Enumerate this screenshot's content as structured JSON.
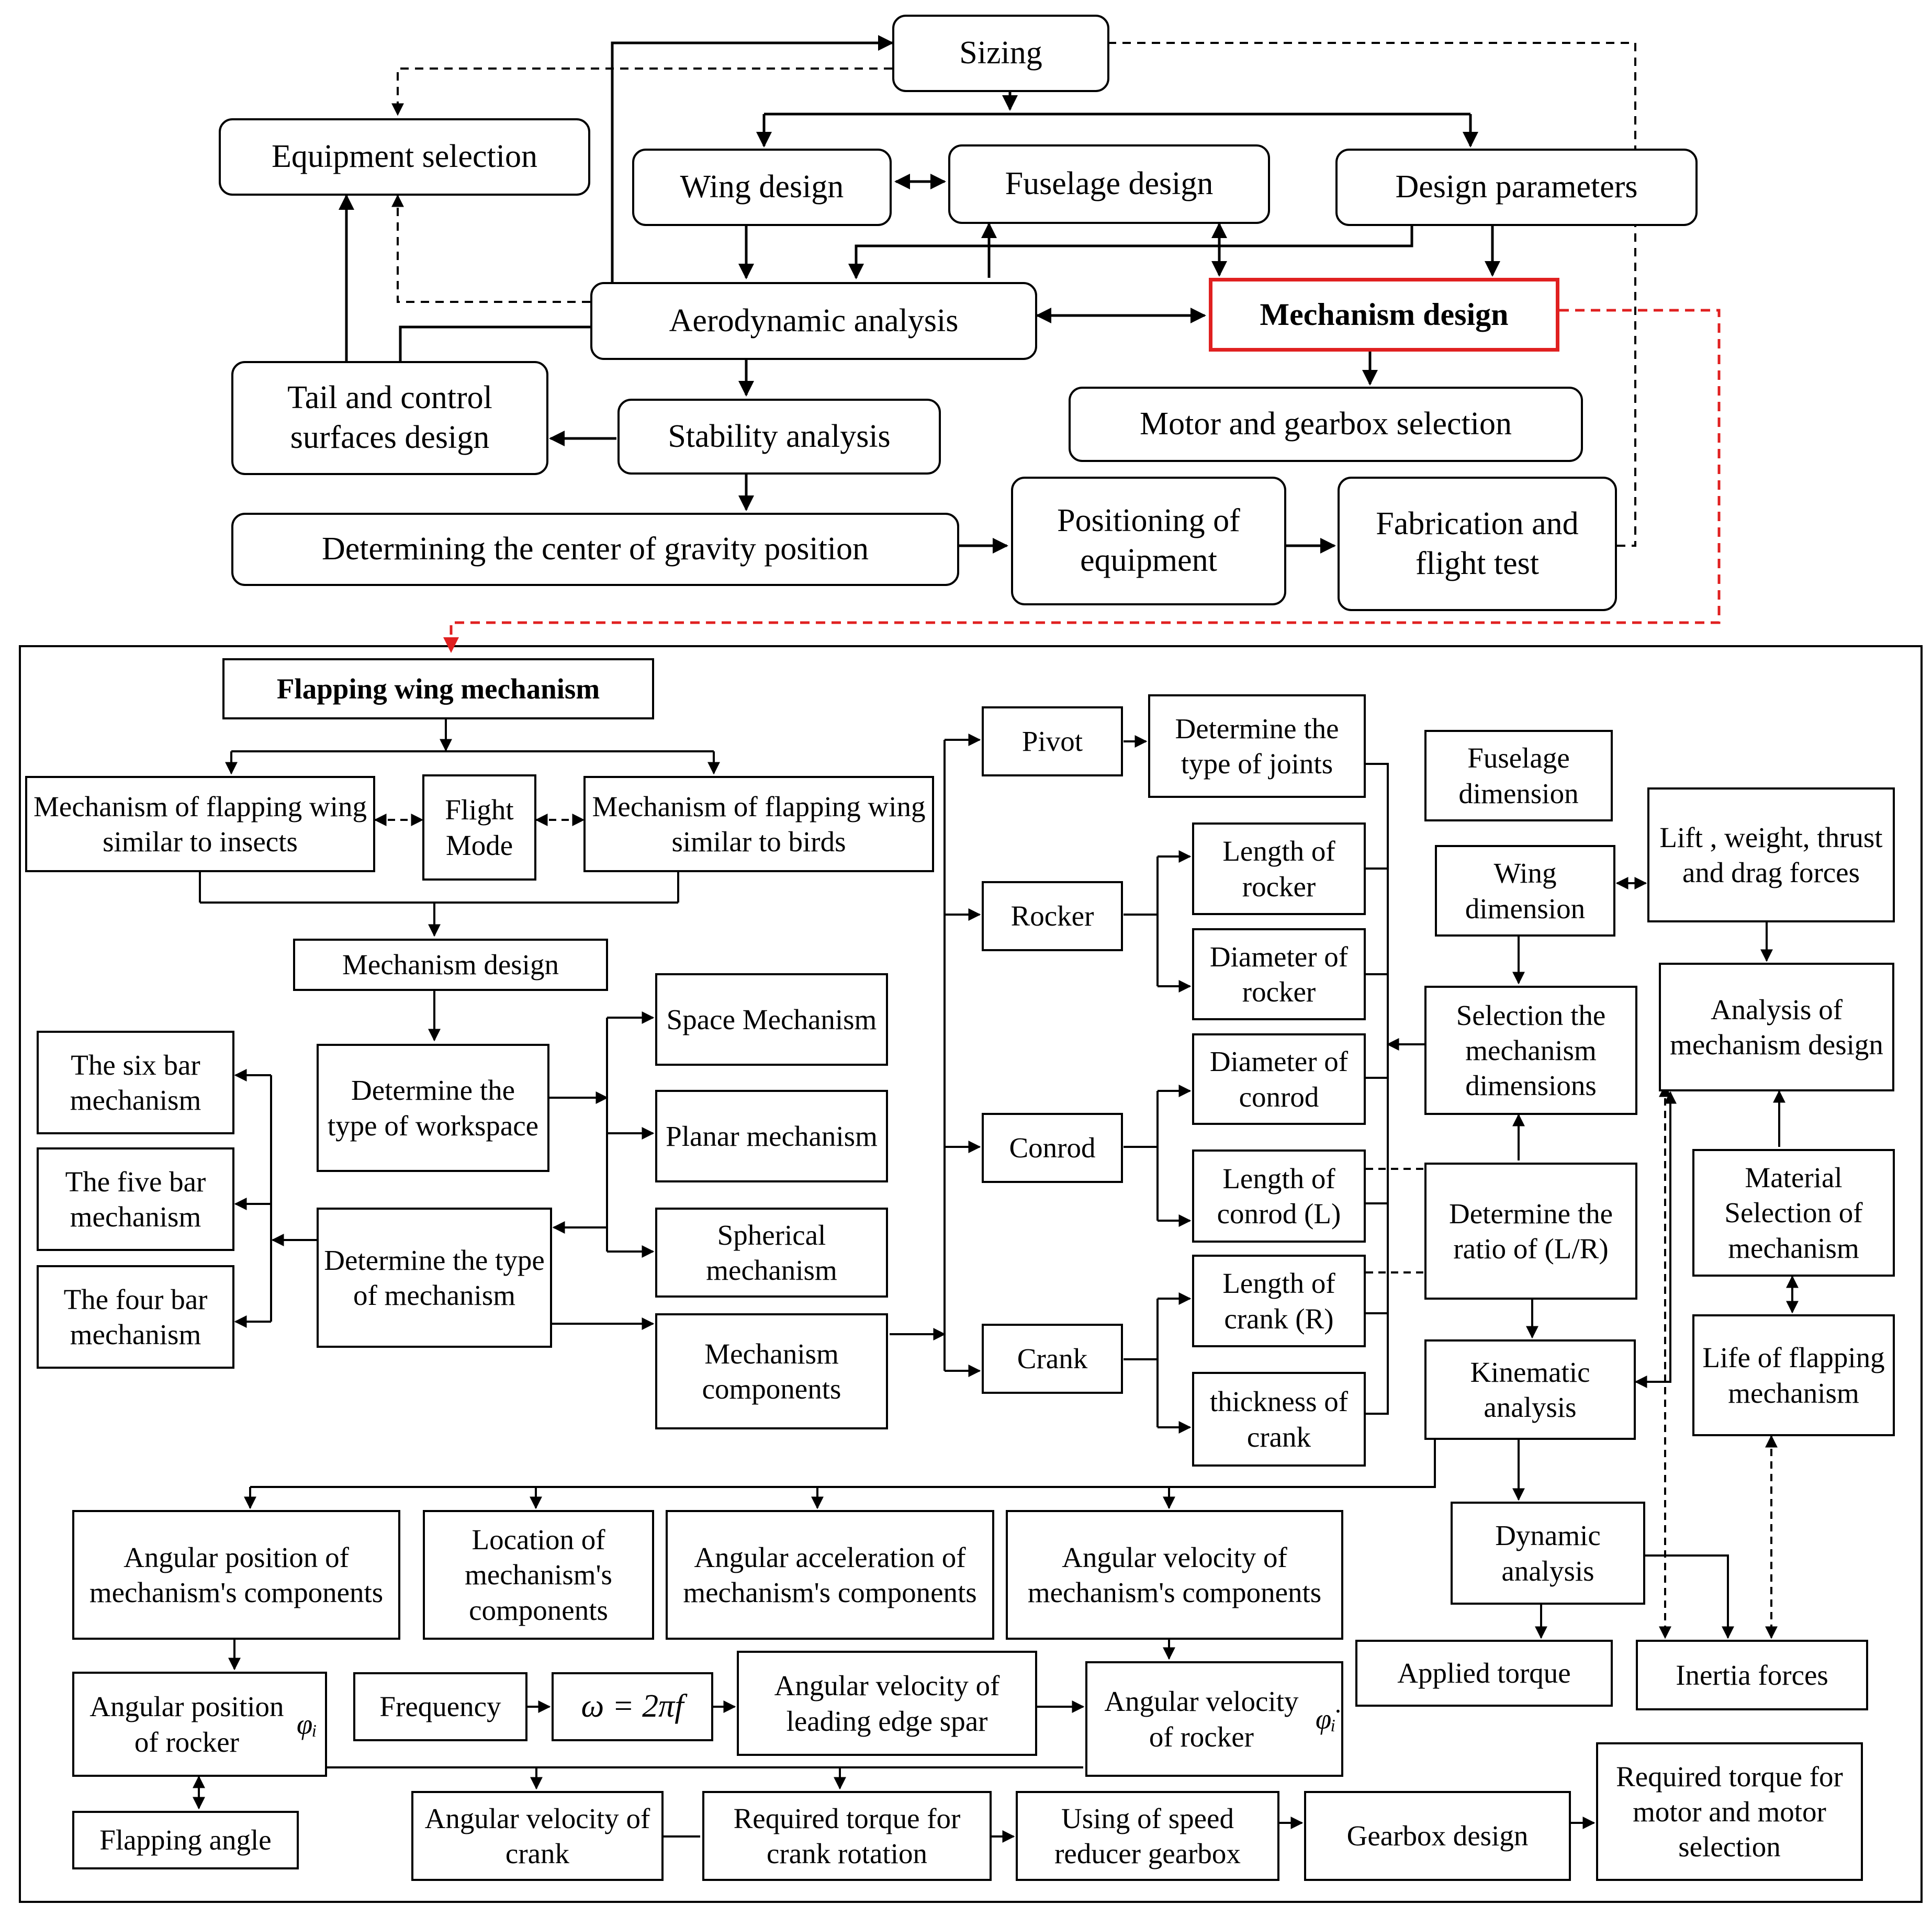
{
  "palette": {
    "line": "#000000",
    "highlight": "#e02020"
  },
  "top": {
    "sizing": "Sizing",
    "equipment_selection": "Equipment selection",
    "wing_design": "Wing design",
    "fuselage_design": "Fuselage design",
    "design_parameters": "Design parameters",
    "aerodynamic_analysis": "Aerodynamic analysis",
    "mechanism_design": "Mechanism design",
    "tail_control_surfaces": "Tail and control surfaces design",
    "stability_analysis": "Stability analysis",
    "motor_gearbox_selection": "Motor and gearbox selection",
    "center_of_gravity": "Determining the center of gravity position",
    "positioning_equipment": "Positioning of equipment",
    "fabrication_flight_test": "Fabrication and flight test"
  },
  "detail": {
    "flapping_wing_mechanism": "Flapping wing mechanism",
    "insects_mechanism": "Mechanism of flapping wing similar to insects",
    "flight_mode": "Flight Mode",
    "birds_mechanism": "Mechanism of flapping wing similar to birds",
    "mechanism_design": "Mechanism design",
    "six_bar": "The six bar mechanism",
    "five_bar": "The five bar mechanism",
    "four_bar": "The four bar mechanism",
    "type_of_workspace": "Determine the type of workspace",
    "type_of_mechanism": "Determine the type of mechanism",
    "space_mechanism": "Space Mechanism",
    "planar_mechanism": "Planar mechanism",
    "spherical_mechanism": "Spherical mechanism",
    "mechanism_components": "Mechanism components",
    "pivot": "Pivot",
    "rocker": "Rocker",
    "conrod": "Conrod",
    "crank": "Crank",
    "type_of_joints": "Determine the type of joints",
    "length_of_rocker": "Length of rocker",
    "diameter_of_rocker": "Diameter of rocker",
    "diameter_of_conrod": "Diameter of conrod",
    "length_of_conrod": "Length of conrod (L)",
    "length_of_crank": "Length of crank (R)",
    "thickness_of_crank": "thickness of crank",
    "fuselage_dimension": "Fuselage dimension",
    "wing_dimension": "Wing dimension",
    "forces": "Lift , weight, thrust and drag forces",
    "selection_dimensions": "Selection the mechanism dimensions",
    "analysis_mechanism_design": "Analysis of mechanism design",
    "ratio_lr": "Determine the ratio of (L/R)",
    "material_selection": "Material Selection of mechanism",
    "kinematic_analysis": "Kinematic analysis",
    "life_of_mechanism": "Life of flapping mechanism",
    "dynamic_analysis": "Dynamic analysis",
    "applied_torque": "Applied torque",
    "inertia_forces": "Inertia forces",
    "angular_position_components": "Angular position of mechanism's components",
    "location_components": "Location of mechanism's components",
    "angular_acceleration_components": "Angular acceleration of mechanism's components",
    "angular_velocity_components": "Angular velocity of mechanism's components",
    "angular_position_rocker": "Angular position of rocker",
    "angular_position_rocker_symbol": "φᵢ",
    "frequency": "Frequency",
    "omega_formula": "ω = 2πf",
    "angular_velocity_spar": "Angular velocity of leading edge spar",
    "angular_velocity_rocker": "Angular velocity of rocker",
    "angular_velocity_rocker_symbol": "φ̇ᵢ",
    "flapping_angle": "Flapping angle",
    "angular_velocity_crank": "Angular velocity of crank",
    "torque_crank_rotation": "Required torque for crank rotation",
    "speed_reducer": "Using of speed reducer gearbox",
    "gearbox_design": "Gearbox design",
    "torque_motor_selection": "Required torque for motor and motor selection"
  }
}
